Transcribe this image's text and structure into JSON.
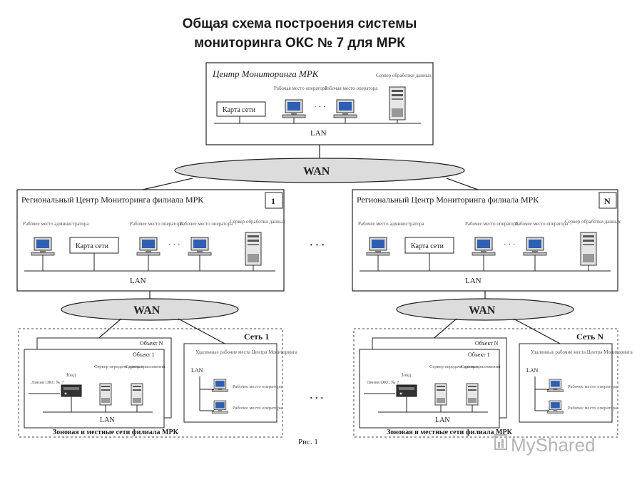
{
  "title_line1": "Общая схема построения системы",
  "title_line2": "мониторинга ОКС № 7 для МРК",
  "center": {
    "title": "Центр Мониторинга МРК",
    "ws1": "Рабочая место оператора",
    "ws2": "Рабочая место оператора",
    "server": "Сервер обработки данных",
    "map": "Карта сети",
    "dots": "· · ·",
    "lan": "LAN"
  },
  "wan_top": "WAN",
  "regional_left": {
    "title": "Региональный Центр Мониторинга филиала МРК",
    "index": "1",
    "ws_admin": "Рабочее место администратора",
    "map": "Карта сети",
    "ws1": "Рабочее место оператора",
    "ws2": "Рабочее место оператора",
    "server": "Сервер обработки данных",
    "dots": "· · ·",
    "lan": "LAN"
  },
  "regional_right": {
    "title": "Региональный Центр Мониторинга филиала МРК",
    "index": "N",
    "ws_admin": "Рабочее место администратора",
    "map": "Карта сети",
    "ws1": "Рабочее место оператора",
    "ws2": "Рабочее место оператора",
    "server": "Сервер обработки данных",
    "dots": "· · ·",
    "lan": "LAN"
  },
  "middle_dots": "· · ·",
  "bottom_dots": "· · ·",
  "wan_left": "WAN",
  "wan_right": "WAN",
  "zone_left": {
    "net_label": "Сеть 1",
    "object_n": "Объект N",
    "object_1": "Объект 1",
    "line": "Линия ОКС № 7",
    "probe": "Зонд",
    "server_collect": "Сервер передачи данных",
    "server_app": "Сервер приложений",
    "lan": "LAN",
    "remote_title": "Удаленные рабочие места Центра Мониторинга",
    "remote_lan": "LAN",
    "remote_ws1": "Рабочее место оператора",
    "remote_ws2": "Рабочее место оператора",
    "caption": "Зоновая и местные сети филиала МРК"
  },
  "zone_right": {
    "net_label": "Сеть N",
    "object_n": "Объект N",
    "object_1": "Объект 1",
    "line": "Линия ОКС № 7",
    "probe": "Зонд",
    "server_collect": "Сервер передачи данных",
    "server_app": "Сервер приложений",
    "lan": "LAN",
    "remote_title": "Удаленные рабочие места Центра Мониторинга",
    "remote_lan": "LAN",
    "remote_ws1": "Рабочее место оператора",
    "remote_ws2": "Рабочее место оператора",
    "caption": "Зоновая и местные сети филиала МРК"
  },
  "figure_caption": "Рис. 1",
  "watermark": "MyShared",
  "colors": {
    "ellipse": "#dcdcdc",
    "screen": "#2d5fb3",
    "line": "#222222"
  }
}
